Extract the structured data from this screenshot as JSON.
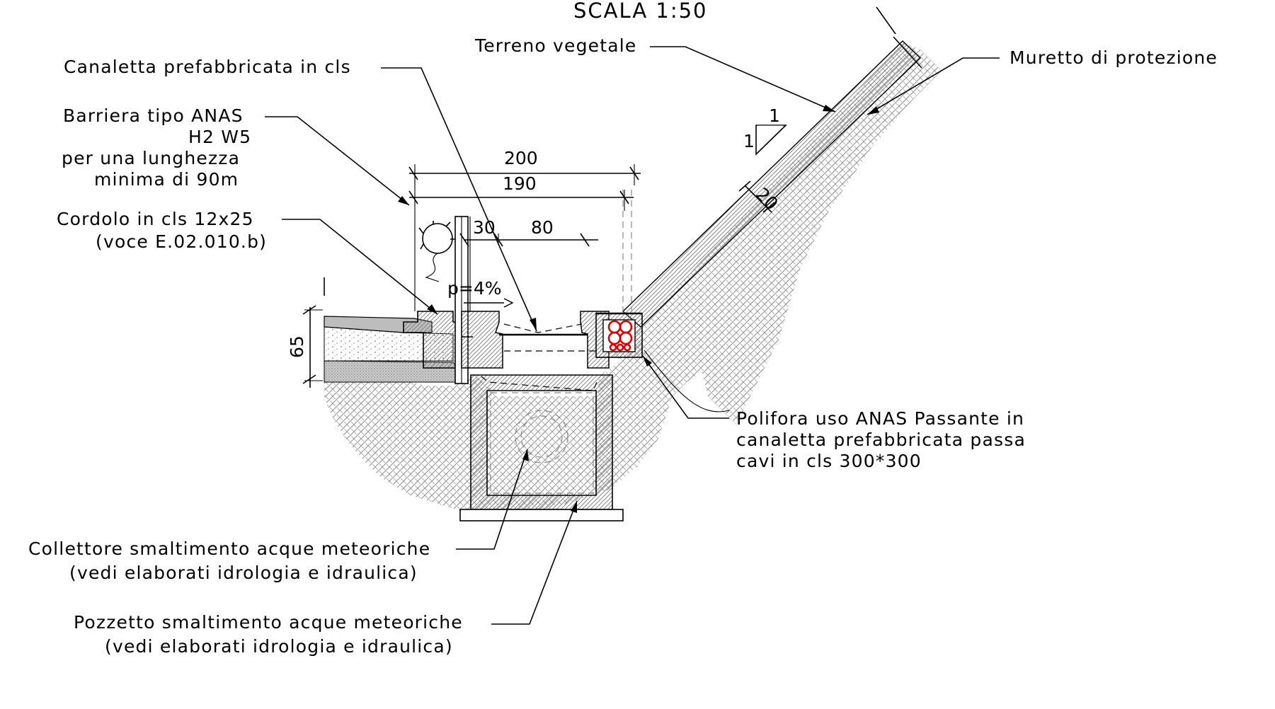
{
  "scale_title": "SCALA 1:50",
  "labels": {
    "terreno": "Terreno vegetale",
    "muretto": "Muretto di protezione",
    "canaletta": "Canaletta prefabbricata in cls",
    "barriera": [
      "Barriera tipo ANAS",
      "H2 W5",
      "per una lunghezza",
      "minima di 90m"
    ],
    "cordolo": [
      "Cordolo in cls 12x25",
      "(voce E.02.010.b)"
    ],
    "polifora": [
      "Polifora uso ANAS Passante in",
      "canaletta prefabbricata passa",
      "cavi in cls 300*300"
    ],
    "collettore": [
      "Collettore smaltimento acque meteoriche",
      "(vedi elaborati idrologia e idraulica)"
    ],
    "pozzetto": [
      "Pozzetto smaltimento acque meteoriche",
      "(vedi elaborati idrologia e idraulica)"
    ]
  },
  "dimensions": {
    "d200": "200",
    "d190": "190",
    "d30": "30",
    "d80": "80",
    "d65": "65",
    "d20": "20",
    "slope": "p=4%",
    "ratio_rise": "1",
    "ratio_run": "1"
  },
  "colors": {
    "line": "#000000",
    "cable_tubes": "#e00000",
    "hatch": "#8a8a8a"
  }
}
